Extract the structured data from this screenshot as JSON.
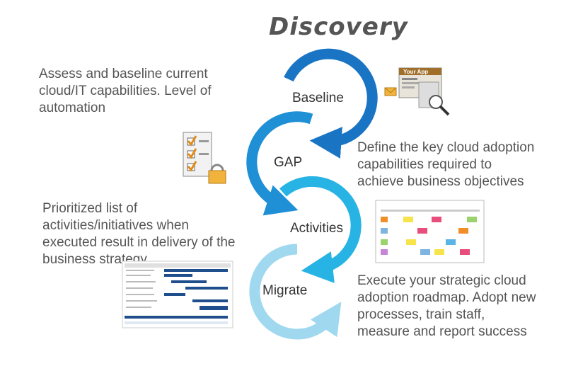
{
  "title": "Discovery",
  "steps": [
    {
      "label": "Baseline",
      "color": "#1a74c4"
    },
    {
      "label": "GAP",
      "color": "#1f8fd6"
    },
    {
      "label": "Activities",
      "color": "#27b3e4"
    },
    {
      "label": "Migrate",
      "color": "#9fd8ef"
    }
  ],
  "descriptions": {
    "baseline": "Assess and baseline current\ncloud/IT capabilities.  Level of\nautomation",
    "gap": "Define the key cloud adoption\ncapabilities  required to\nachieve business objectives",
    "activities": "Prioritized list of\nactivities/initiatives  when\nexecuted result in delivery of the\nbusiness strategy",
    "migrate": "Execute your strategic cloud\nadoption roadmap. Adopt new\nprocesses, train staff,\nmeasure and report success"
  },
  "thumbnail": {
    "your_app_label": "Your App"
  }
}
